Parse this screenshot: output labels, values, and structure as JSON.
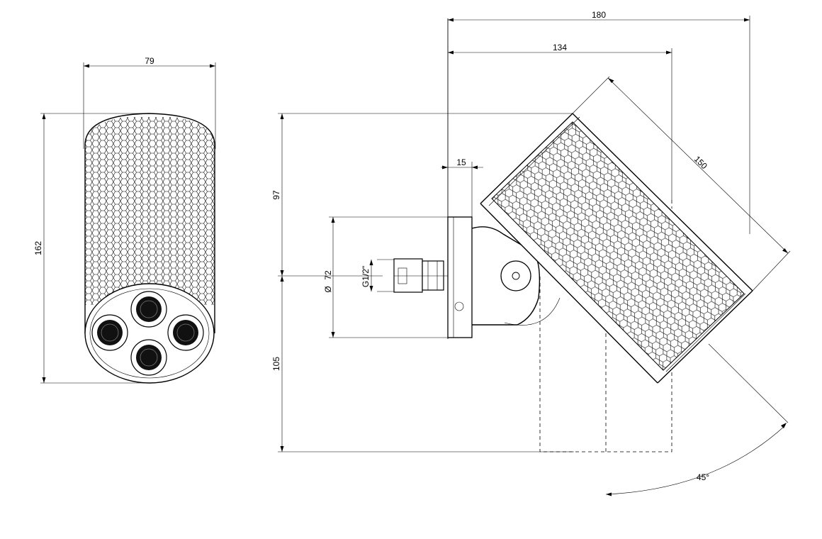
{
  "dimensions": {
    "side_width": "79",
    "side_height": "162",
    "overall_width": "180",
    "projection": "134",
    "wall_offset": "15",
    "length": "150",
    "upper_height": "97",
    "lower_height": "105",
    "flange_diameter": "72",
    "thread": "G1/2\"",
    "tilt_angle": "45°"
  }
}
